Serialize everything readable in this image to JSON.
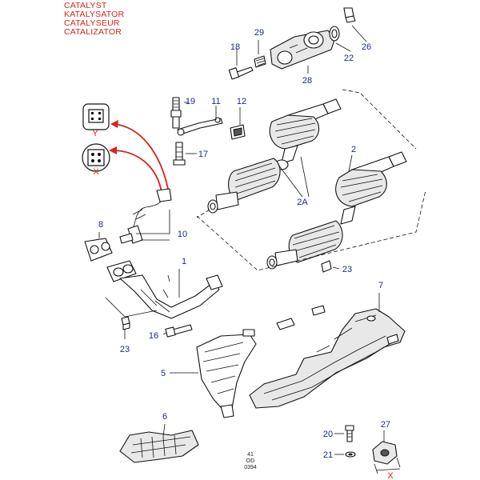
{
  "title_lines": [
    "CATALYST",
    "KATALYSATOR",
    "CATALYSEUR",
    "CATALIZATOR"
  ],
  "colors": {
    "title": "#d4261c",
    "callout": "#1a2a8c",
    "arrow": "#d4261c"
  },
  "callouts": {
    "c1": "1",
    "c2": "2",
    "c2a": "2A",
    "c5": "5",
    "c6": "6",
    "c7": "7",
    "c8": "8",
    "c10": "10",
    "c11": "11",
    "c12": "12",
    "c16": "16",
    "c17": "17",
    "c18": "18",
    "c19": "19",
    "c20": "20",
    "c21": "21",
    "c22": "22",
    "c23a": "23",
    "c23b": "23",
    "c26": "26",
    "c27": "27",
    "c28": "28",
    "c29": "29"
  },
  "connector_labels": {
    "y": "Y",
    "x": "X",
    "x2": "X"
  },
  "diagram_code": [
    "41",
    "OD",
    "0394"
  ]
}
